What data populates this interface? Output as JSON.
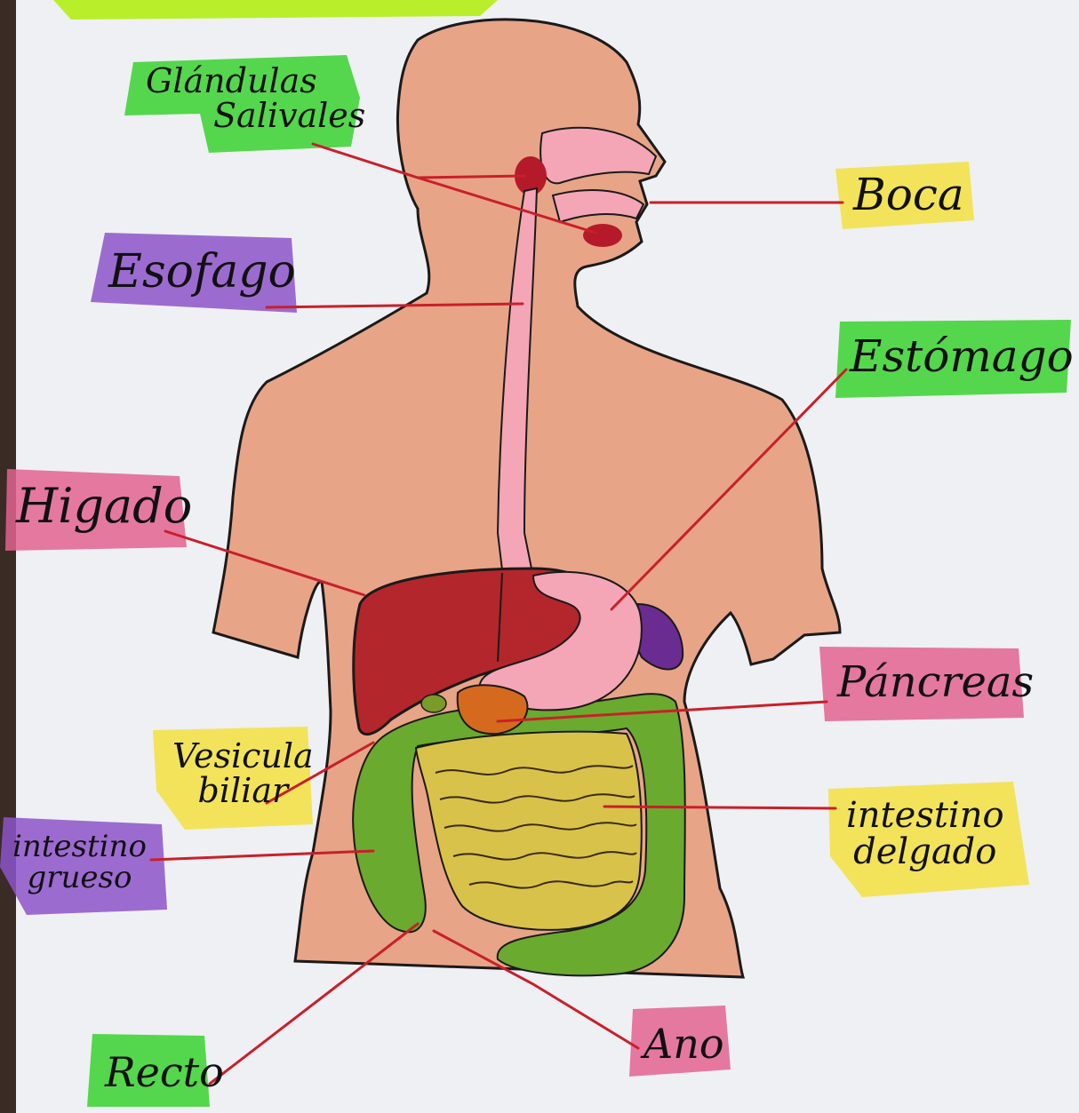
{
  "colors": {
    "paper": "#eef0f3",
    "skin": "#e8a487",
    "outline": "#1a1a1a",
    "leader_line": "#c8202a",
    "liver": "#b3262b",
    "esophagus": "#f4a6b6",
    "stomach": "#f4a6b6",
    "pancreas": "#d56a1f",
    "spleen": "#6a2c91",
    "large_intestine": "#6aaa2f",
    "small_intestine": "#d9c24a",
    "salivary_glands": "#b51a2a",
    "highlight_green": "#43d43a",
    "highlight_yellow": "#f2e14a",
    "highlight_purple": "#8d54c9",
    "highlight_pink": "#e3638f"
  },
  "labels": {
    "glandulas_salivales": {
      "line1": "Glándulas",
      "line2": "Salivales",
      "highlight": "#43d43a"
    },
    "boca": {
      "text": "Boca",
      "highlight": "#f2e14a"
    },
    "esofago": {
      "text": "Esofago",
      "highlight": "#8d54c9"
    },
    "estomago": {
      "text": "Estómago",
      "highlight": "#43d43a"
    },
    "higado": {
      "text": "Higado",
      "highlight": "#e3638f"
    },
    "pancreas": {
      "text": "Páncreas",
      "highlight": "#e3638f"
    },
    "vesicula_biliar": {
      "line1": "Vesicula",
      "line2": "biliar",
      "highlight": "#f2e14a"
    },
    "intestino_delgado": {
      "line1": "intestino",
      "line2": "delgado",
      "highlight": "#f2e14a"
    },
    "intestino_grueso": {
      "line1": "intestino",
      "line2": "grueso",
      "highlight": "#8d54c9"
    },
    "recto": {
      "text": "Recto",
      "highlight": "#43d43a"
    },
    "ano": {
      "text": "Ano",
      "highlight": "#e3638f"
    }
  }
}
